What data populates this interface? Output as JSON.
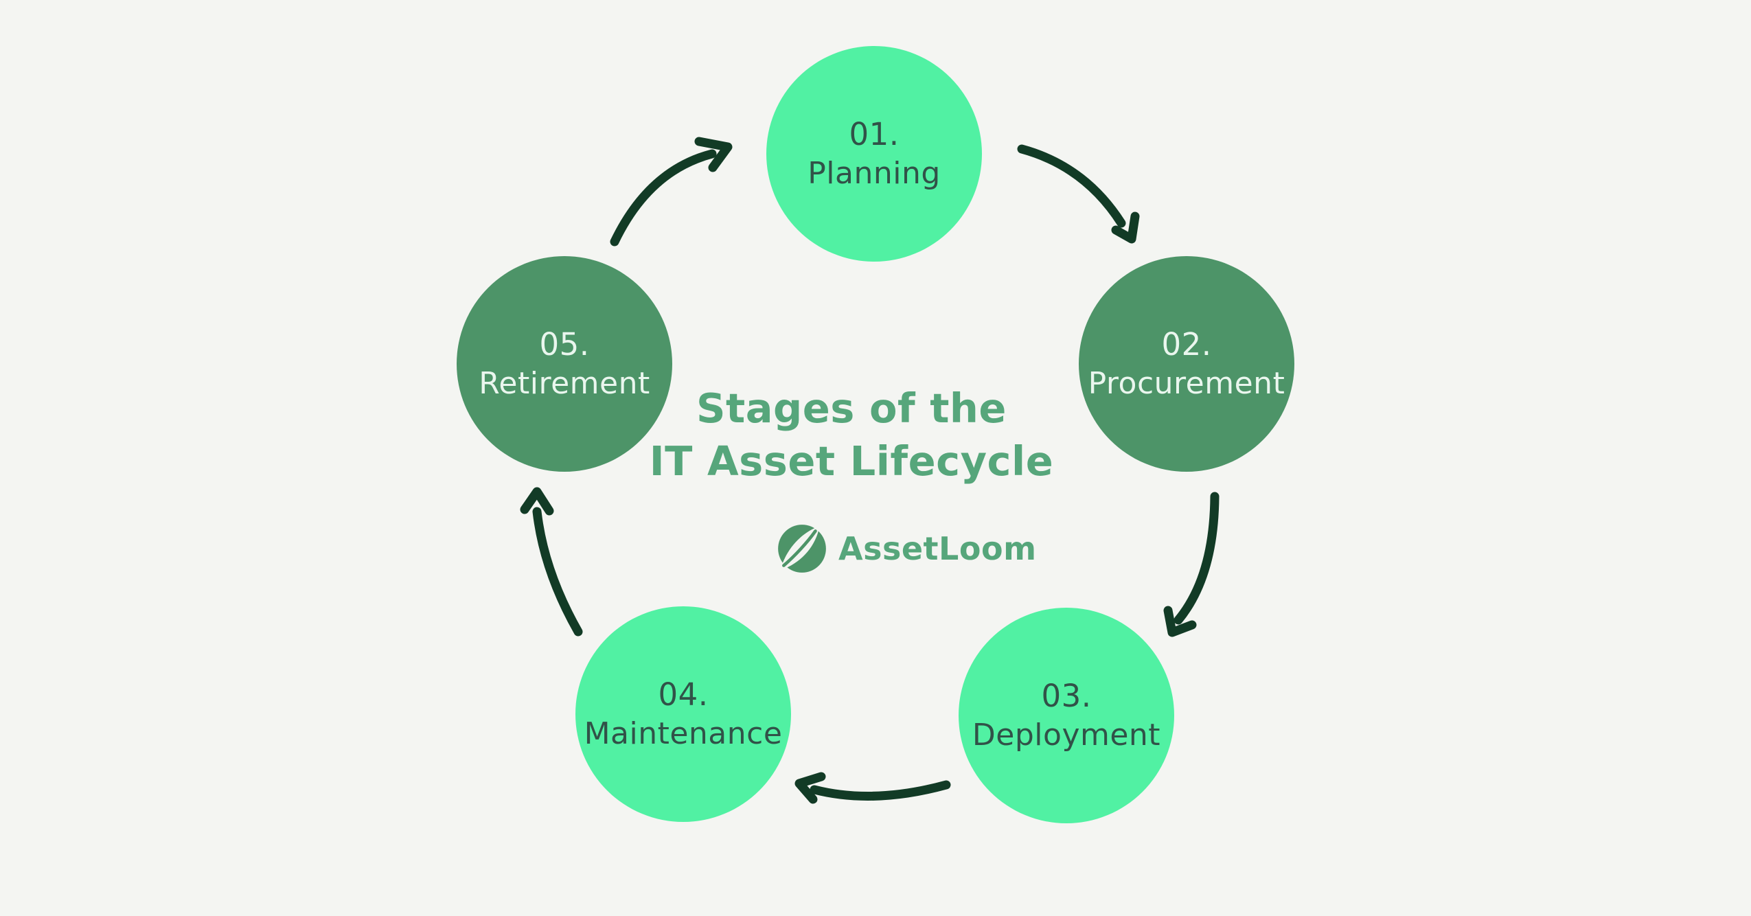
{
  "title": {
    "line1": "Stages of the",
    "line2": "IT Asset Lifecycle"
  },
  "brand": {
    "name": "AssetLoom",
    "icon": "leaf-in-circle-icon"
  },
  "stages": [
    {
      "number": "01.",
      "label": "Planning",
      "style": "mint",
      "position": "top"
    },
    {
      "number": "02.",
      "label": "Procurement",
      "style": "dark",
      "position": "upper-right"
    },
    {
      "number": "03.",
      "label": "Deployment",
      "style": "mint",
      "position": "lower-right"
    },
    {
      "number": "04.",
      "label": "Maintenance",
      "style": "mint",
      "position": "lower-left"
    },
    {
      "number": "05.",
      "label": "Retirement",
      "style": "dark",
      "position": "upper-left"
    }
  ],
  "arrows": [
    {
      "from": "Retirement",
      "to": "Planning"
    },
    {
      "from": "Planning",
      "to": "Procurement"
    },
    {
      "from": "Procurement",
      "to": "Deployment"
    },
    {
      "from": "Deployment",
      "to": "Maintenance"
    },
    {
      "from": "Maintenance",
      "to": "Retirement"
    }
  ],
  "colors": {
    "background": "#F4F5F2",
    "mint_circle": "#51F1A3",
    "dark_circle": "#4D9468",
    "title_green": "#56A67B",
    "arrow_dark": "#123B26",
    "dark_text": "#315248",
    "light_text": "#EAF6EE"
  }
}
